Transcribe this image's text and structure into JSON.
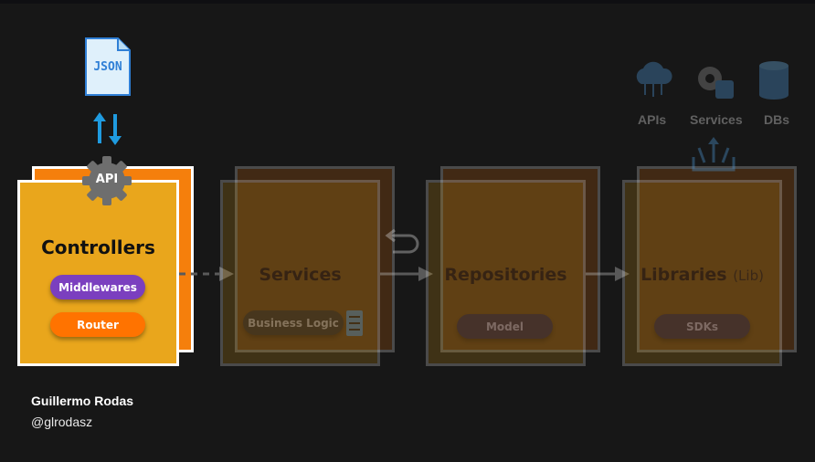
{
  "json_icon_label": "JSON",
  "api_badge_label": "API",
  "layers": {
    "controllers": {
      "title": "Controllers",
      "pills": [
        "Middlewares",
        "Router"
      ]
    },
    "services": {
      "title": "Services",
      "pill": "Business Logic"
    },
    "repositories": {
      "title": "Repositories",
      "pill": "Model"
    },
    "libraries": {
      "title": "Libraries",
      "suffix": "(Lib)",
      "pill": "SDKs"
    }
  },
  "externals": {
    "apis": "APIs",
    "services": "Services",
    "dbs": "DBs"
  },
  "author": {
    "name": "Guillermo Rodas",
    "handle": "@glrodasz"
  },
  "colors": {
    "background": "#171717",
    "card_front": "#e9a61c",
    "card_back": "#f57f0c",
    "middlewares_pill": "#7b3fbf",
    "router_pill": "#ff7300",
    "api_gear": "#6e6e6e",
    "json_blue": "#2f7fd6",
    "arrow_blue": "#1f9be0"
  },
  "icons": [
    "json-file-icon",
    "bidirectional-arrows-icon",
    "api-gear-icon",
    "cloud-network-icon",
    "gear-settings-icon",
    "database-icon",
    "outbound-arrows-icon",
    "loop-arrow-icon",
    "server-icon"
  ]
}
